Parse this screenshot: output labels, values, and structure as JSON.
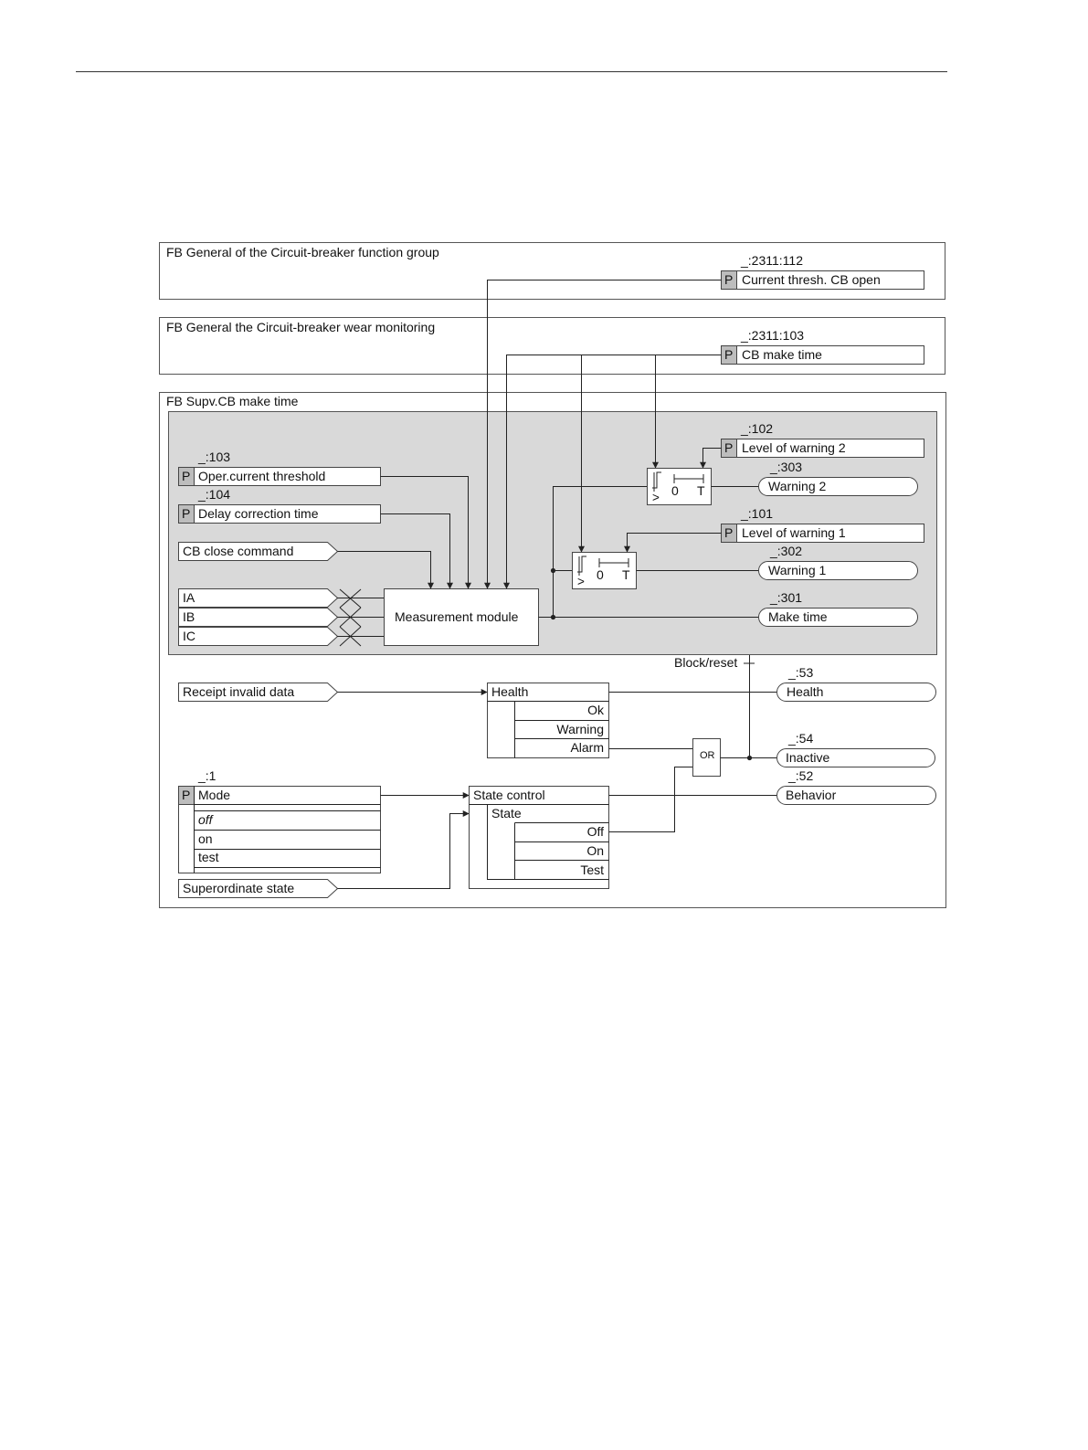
{
  "groups": {
    "g1": {
      "title": "FB General of the Circuit-breaker function group"
    },
    "g2": {
      "title": "FB General the Circuit-breaker wear monitoring"
    },
    "g3": {
      "title": "FB Supv.CB make time"
    }
  },
  "parameters": {
    "current_thresh": {
      "marker": "P",
      "id": "_:2311:112",
      "label": "Current thresh. CB open"
    },
    "cb_make_time": {
      "marker": "P",
      "id": "_:2311:103",
      "label": "CB make time"
    },
    "level_warning_2": {
      "marker": "P",
      "id": "_:102",
      "label": "Level of warning 2"
    },
    "level_warning_1": {
      "marker": "P",
      "id": "_:101",
      "label": "Level of warning 1"
    },
    "oper_current": {
      "marker": "P",
      "id": "_:103",
      "label": "Oper.current threshold"
    },
    "delay_correction": {
      "marker": "P",
      "id": "_:104",
      "label": "Delay correction time"
    },
    "mode": {
      "marker": "P",
      "id": "_:1",
      "label": "Mode",
      "options": [
        "off",
        "on",
        "test"
      ]
    }
  },
  "inputs": {
    "cb_close": "CB close command",
    "ia": "IA",
    "ib": "IB",
    "ic": "IC",
    "receipt_invalid": "Receipt invalid data",
    "superordinate": "Superordinate state"
  },
  "outputs": {
    "warning2": {
      "id": "_:303",
      "label": "Warning 2"
    },
    "warning1": {
      "id": "_:302",
      "label": "Warning 1"
    },
    "make_time": {
      "id": "_:301",
      "label": "Make time"
    },
    "health": {
      "id": "_:53",
      "label": "Health"
    },
    "inactive": {
      "id": "_:54",
      "label": "Inactive"
    },
    "behavior": {
      "id": "_:52",
      "label": "Behavior"
    }
  },
  "blocks": {
    "measurement": "Measurement module",
    "timer_zero": "0",
    "timer_t": "T",
    "timer_gt": ">",
    "or_gate": "OR",
    "block_reset": "Block/reset",
    "health_block": {
      "title": "Health",
      "states": [
        "Ok",
        "Warning",
        "Alarm"
      ]
    },
    "state_control": {
      "title": "State control",
      "subtitle": "State",
      "states": [
        "Off",
        "On",
        "Test"
      ]
    }
  }
}
